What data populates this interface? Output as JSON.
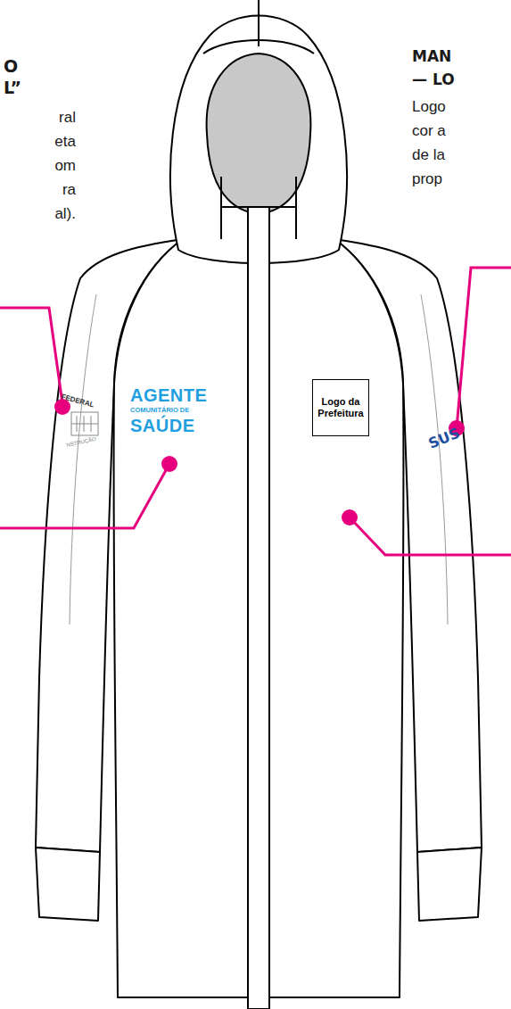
{
  "diagram": {
    "nodes": [
      {
        "text": [
          "Logo da Prefeitura"
        ]
      }
    ],
    "labels": [
      "O",
      "L”",
      "ral",
      "eta",
      "om",
      "ra",
      "al).",
      "MAN",
      "— LO",
      "Logo",
      "cor a",
      "de la",
      "prop",
      "AGENTE",
      "COMUNITÁRIO DE",
      "SAÚDE",
      "FEDERAL",
      "NSTRUÇÃO",
      "SUS"
    ]
  }
}
